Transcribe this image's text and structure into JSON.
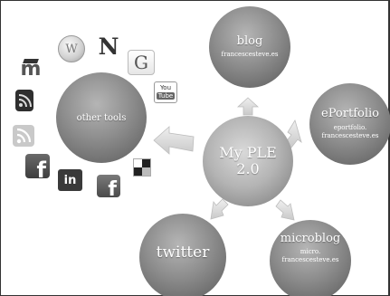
{
  "center": {
    "title_line1": "My PLE",
    "title_line2": "2.0"
  },
  "blog": {
    "title": "blog",
    "subtitle": "francescesteve.es"
  },
  "eportfolio": {
    "title": "ePortfolio",
    "subtitle_line1": "eportfolio.",
    "subtitle_line2": "francescesteve.es"
  },
  "microblog": {
    "title": "microblog",
    "subtitle_line1": "micro.",
    "subtitle_line2": "francescesteve.es"
  },
  "twitter": {
    "title": "twitter"
  },
  "other_tools": {
    "title": "other tools"
  },
  "icons": {
    "moodle": "m",
    "wikipedia": "W",
    "netvibes": "N",
    "google": "G",
    "youtube_line1": "You",
    "youtube_line2": "Tube",
    "facebook": "f",
    "linkedin": "in"
  }
}
